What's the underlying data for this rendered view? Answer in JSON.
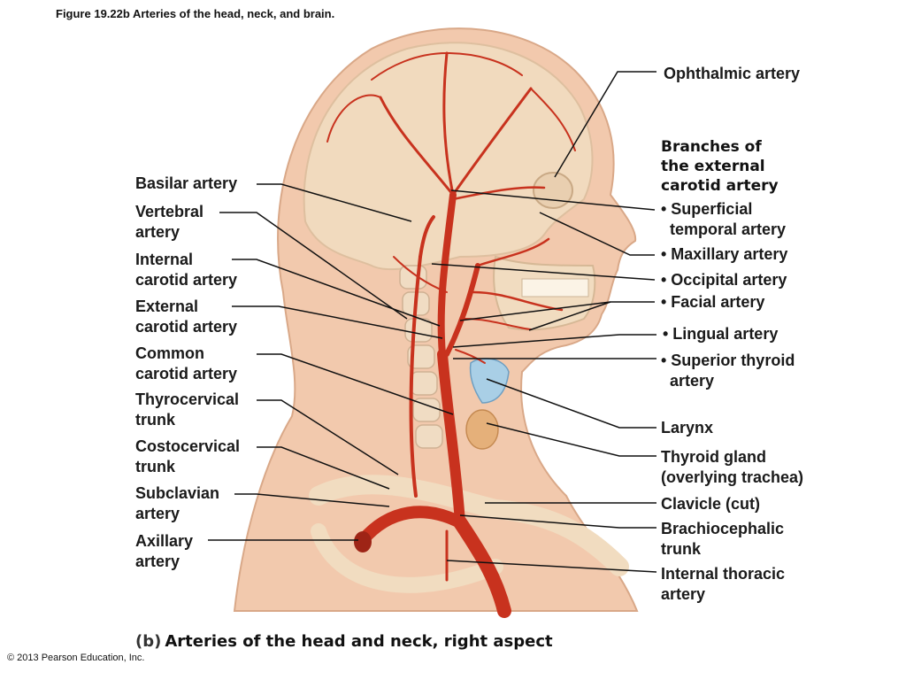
{
  "figure_title": "Figure 19.22b  Arteries of the head, neck, and brain.",
  "left_labels": [
    {
      "id": "basilar",
      "lines": [
        "Basilar artery"
      ]
    },
    {
      "id": "vertebral",
      "lines": [
        "Vertebral",
        "artery"
      ]
    },
    {
      "id": "internal-carotid",
      "lines": [
        "Internal",
        "carotid artery"
      ]
    },
    {
      "id": "external-carotid",
      "lines": [
        "External",
        "carotid artery"
      ]
    },
    {
      "id": "common-carotid",
      "lines": [
        "Common",
        "carotid artery"
      ]
    },
    {
      "id": "thyrocervical",
      "lines": [
        "Thyrocervical",
        "trunk"
      ]
    },
    {
      "id": "costocervical",
      "lines": [
        "Costocervical",
        "trunk"
      ]
    },
    {
      "id": "subclavian",
      "lines": [
        "Subclavian",
        "artery"
      ]
    },
    {
      "id": "axillary",
      "lines": [
        "Axillary",
        "artery"
      ]
    }
  ],
  "right_labels": [
    {
      "id": "ophthalmic",
      "lines": [
        "Ophthalmic artery"
      ]
    },
    {
      "id": "superficial-temporal",
      "lines": [
        "• Superficial",
        "  temporal artery"
      ]
    },
    {
      "id": "maxillary",
      "lines": [
        "• Maxillary artery"
      ]
    },
    {
      "id": "occipital",
      "lines": [
        "• Occipital artery"
      ]
    },
    {
      "id": "facial",
      "lines": [
        "• Facial artery"
      ]
    },
    {
      "id": "lingual",
      "lines": [
        "• Lingual artery"
      ]
    },
    {
      "id": "superior-thyroid",
      "lines": [
        "• Superior thyroid",
        "  artery"
      ]
    },
    {
      "id": "larynx",
      "lines": [
        "Larynx"
      ]
    },
    {
      "id": "thyroid-gland",
      "lines": [
        "Thyroid gland",
        "(overlying trachea)"
      ]
    },
    {
      "id": "clavicle",
      "lines": [
        "Clavicle (cut)"
      ]
    },
    {
      "id": "brachiocephalic",
      "lines": [
        "Brachiocephalic",
        "trunk"
      ]
    },
    {
      "id": "internal-thoracic",
      "lines": [
        "Internal thoracic",
        "artery"
      ]
    }
  ],
  "branches_heading": [
    "Branches of",
    "the external",
    "carotid artery"
  ],
  "caption": {
    "part": "(b)",
    "text": "Arteries of the head and neck, right aspect"
  },
  "copyright": "© 2013 Pearson Education, Inc.",
  "colors": {
    "skin": "#f2c9ad",
    "bone": "#f1dcc0",
    "artery": "#c8321e",
    "artery_dark": "#9e2416",
    "larynx": "#a9cfe6",
    "thyroid": "#e5b07a",
    "leader": "#111111"
  }
}
